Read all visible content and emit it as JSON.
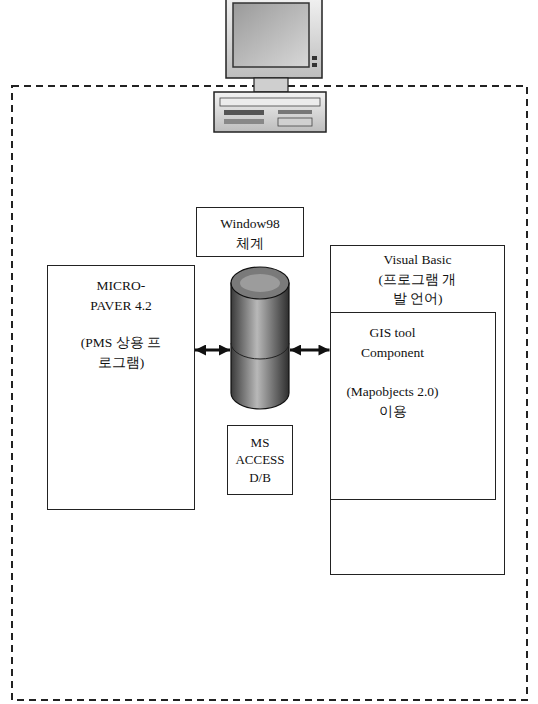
{
  "diagram": {
    "nodes": [
      {
        "text": [
          "Window98 체계"
        ]
      },
      {
        "text": [
          "MICRO- PAVER 4.2",
          "(PMS 상용 프로그램)"
        ]
      },
      {
        "text": [
          "MS ACCESS D/B"
        ]
      },
      {
        "text": [
          "Visual Basic (프로그램 개발 언어)"
        ]
      },
      {
        "text": [
          "GIS tool Component",
          "(Mapobjects 2.0) 이용"
        ],
        "in": 3
      }
    ],
    "edges": [
      {
        "from": 1,
        "to": 2,
        "arrow": "both"
      },
      {
        "from": 2,
        "to": 4,
        "arrow": "both"
      }
    ]
  }
}
